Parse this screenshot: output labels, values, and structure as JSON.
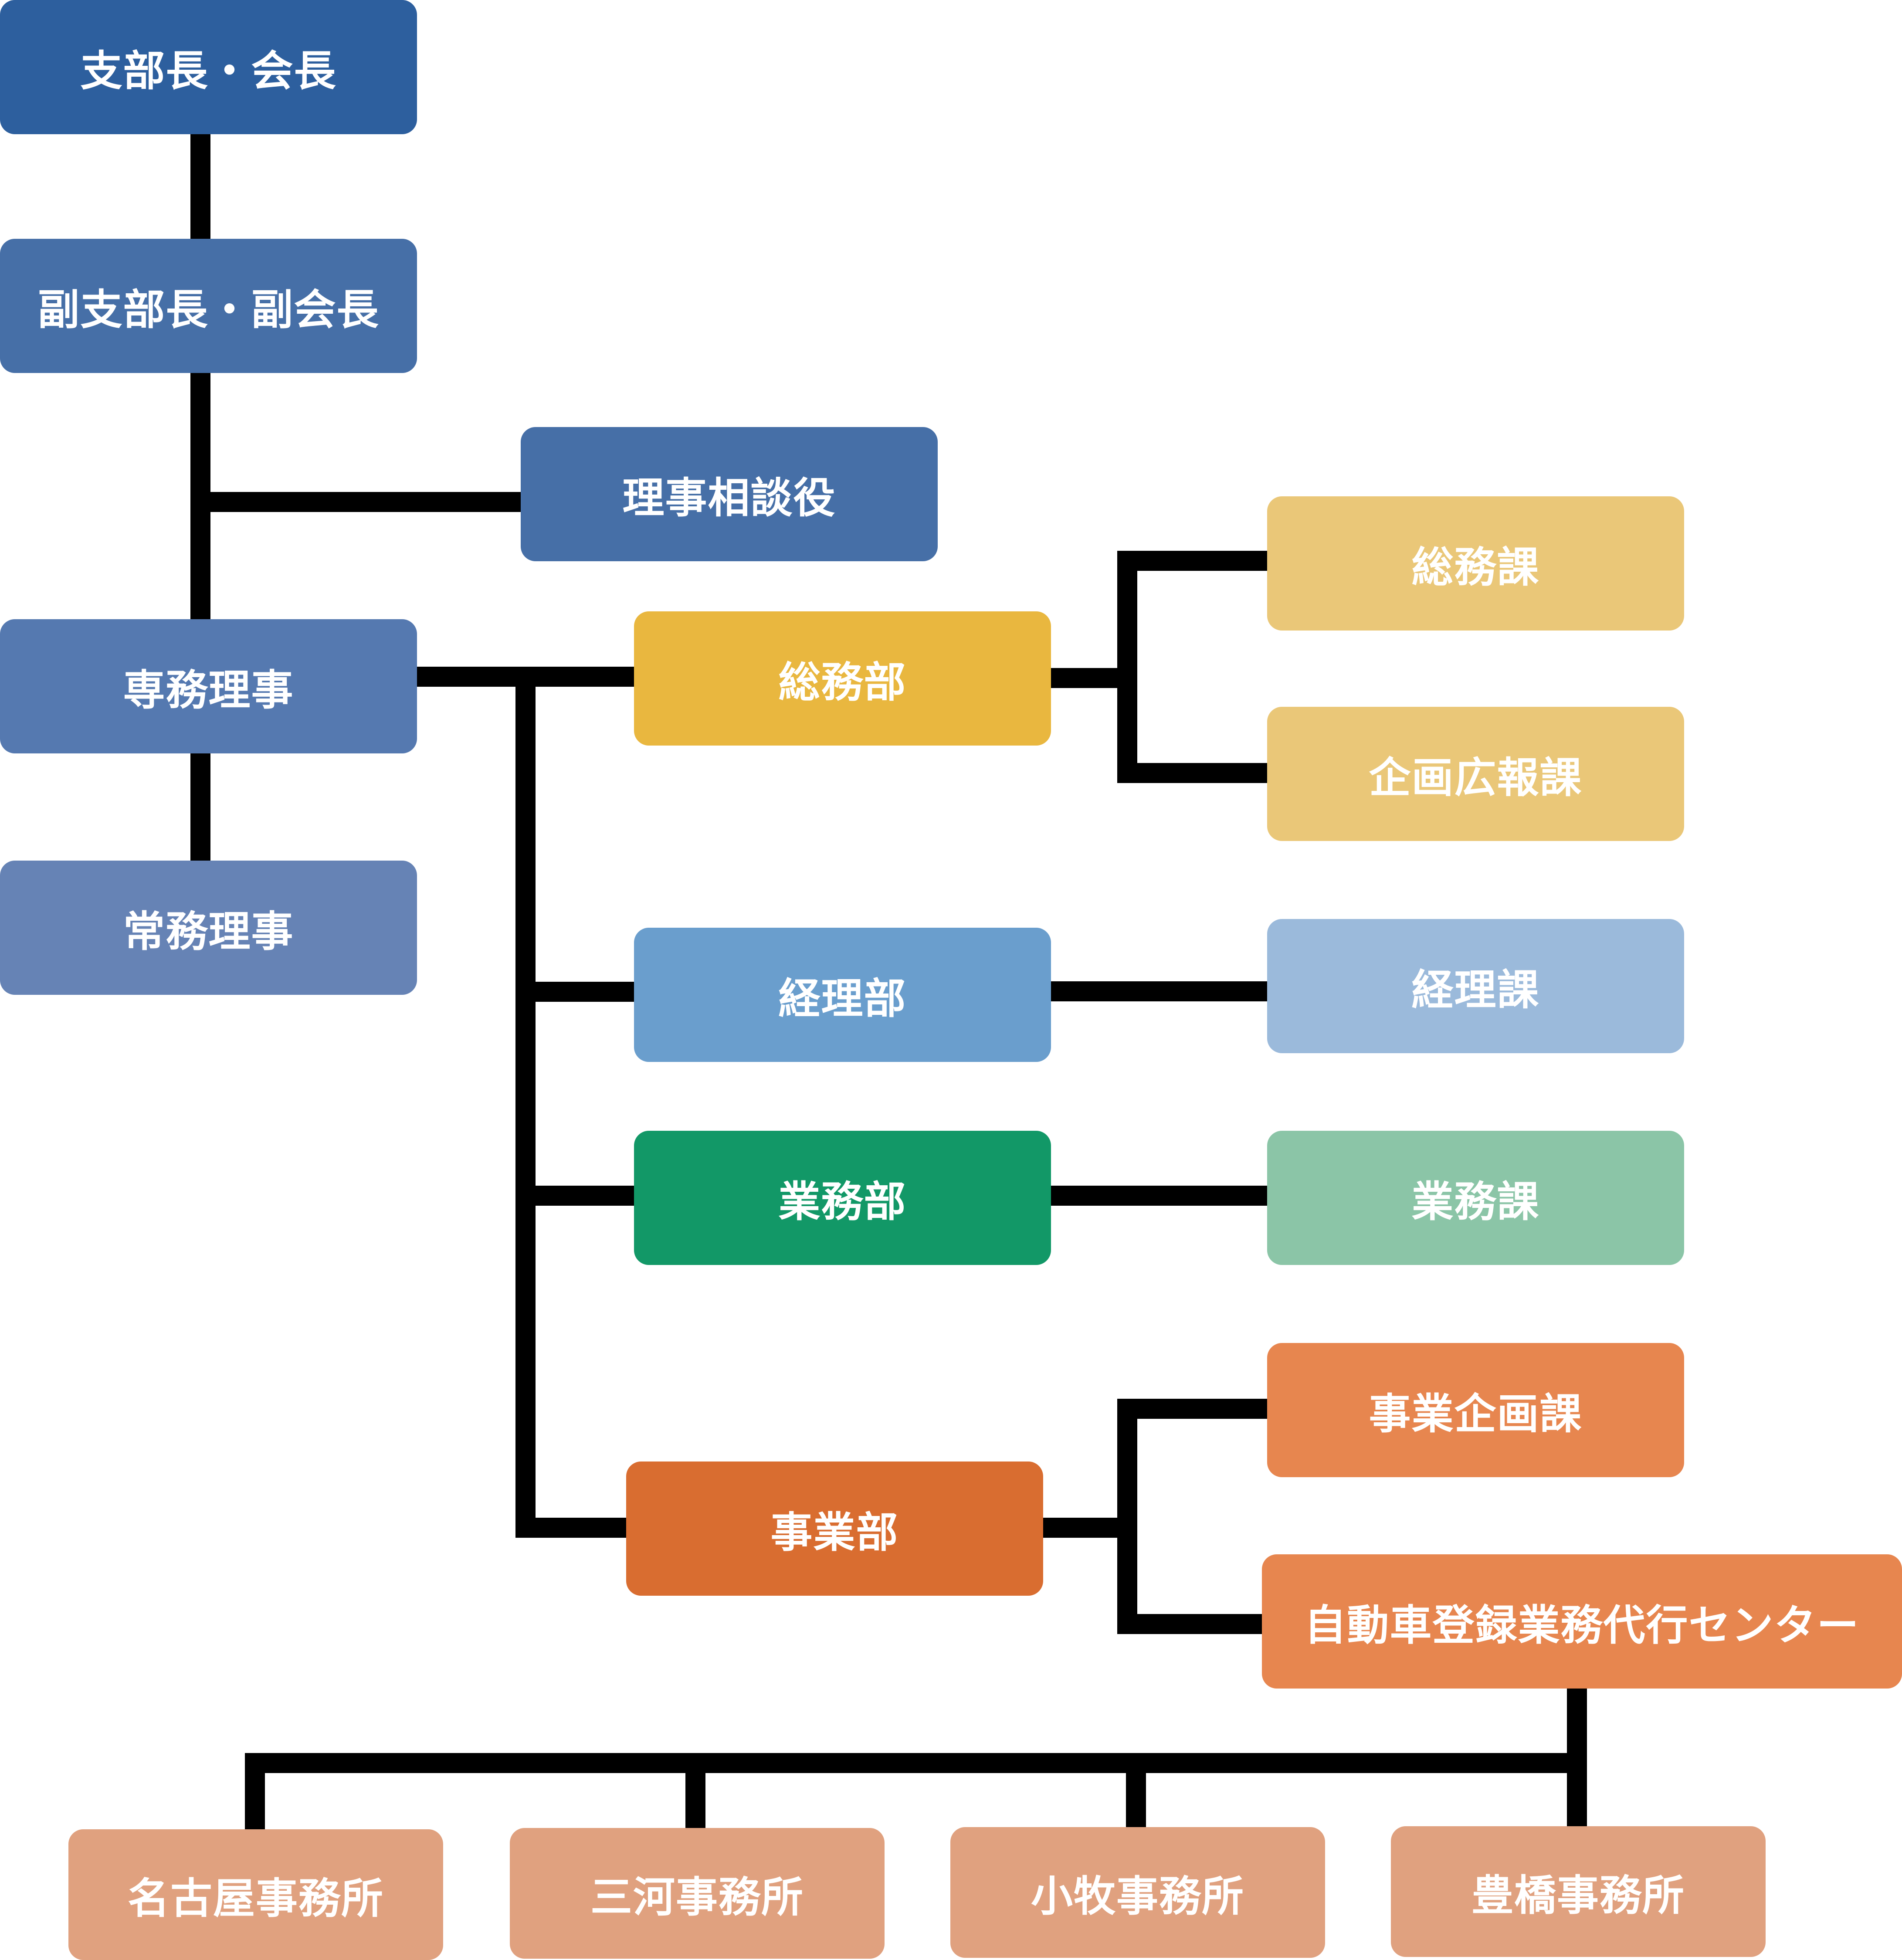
{
  "colors": {
    "line": "#000000",
    "label_text": "#ffffff",
    "executive_1": "#2d5f9e",
    "executive_2": "#466fa7",
    "executive_3": "#5579b0",
    "executive_4": "#6683b5",
    "somubu": "#e9b73f",
    "somu_sections": "#eac778",
    "keiribu": "#6a9ecd",
    "keiri_section": "#9bbadb",
    "gyomubu": "#129867",
    "gyomu_section": "#8bc5a7",
    "jigyobu": "#d96d30",
    "jigyo_sections": "#e7864f",
    "offices": "#e0a17f"
  },
  "nodes": {
    "shibucho": "支部長・会長",
    "fuku_shibucho": "副支部長・副会長",
    "riji_sodanyaku": "理事相談役",
    "senmu_riji": "専務理事",
    "jomu_riji": "常務理事",
    "somubu": "総務部",
    "somuka": "総務課",
    "kikaku_kohoka": "企画広報課",
    "keiribu": "経理部",
    "keirika": "経理課",
    "gyomubu": "業務部",
    "gyomuka": "業務課",
    "jigyobu": "事業部",
    "jigyo_kikakuka": "事業企画課",
    "toroku_center": "自動車登録業務代行センター",
    "nagoya_office": "名古屋事務所",
    "mikawa_office": "三河事務所",
    "komaki_office": "小牧事務所",
    "toyohashi_office": "豊橋事務所"
  }
}
